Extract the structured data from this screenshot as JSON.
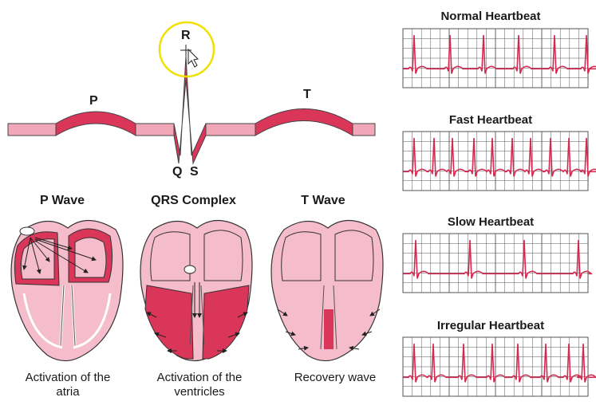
{
  "ecg": {
    "labels": {
      "p": "P",
      "r": "R",
      "q": "Q",
      "s": "S",
      "t": "T"
    }
  },
  "heart_panels": [
    {
      "title": "P Wave",
      "caption_line1": "Activation of the",
      "caption_line2": "atria"
    },
    {
      "title": "QRS Complex",
      "caption_line1": "Activation of the",
      "caption_line2": "ventricles"
    },
    {
      "title": "T Wave",
      "caption_line1": "Recovery wave",
      "caption_line2": ""
    }
  ],
  "rhythm_strips": [
    {
      "title": "Normal Heartbeat"
    },
    {
      "title": "Fast Heartbeat"
    },
    {
      "title": "Slow Heartbeat"
    },
    {
      "title": "Irregular Heartbeat"
    }
  ],
  "colors": {
    "wave_fill": "#d9365a",
    "band_fill": "#f2a7b8",
    "heart_fill": "#f5bccb",
    "heart_dark": "#d9365a",
    "grid": "#555555",
    "trace": "#d42a52",
    "highlight": "#f0e000"
  },
  "cursor": {
    "icon": "move-cursor-icon"
  }
}
